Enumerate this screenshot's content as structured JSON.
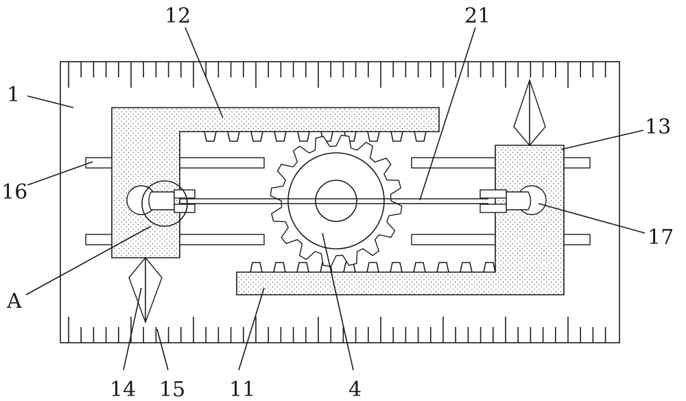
{
  "labels": {
    "ruler_body": "1",
    "upper_rack": "12",
    "rod": "21",
    "right_slider": "13",
    "left_guide": "16",
    "right_guide": "17",
    "detail_a": "A",
    "pointer": "14",
    "scale": "15",
    "lower_rack": "11",
    "gear": "4"
  }
}
